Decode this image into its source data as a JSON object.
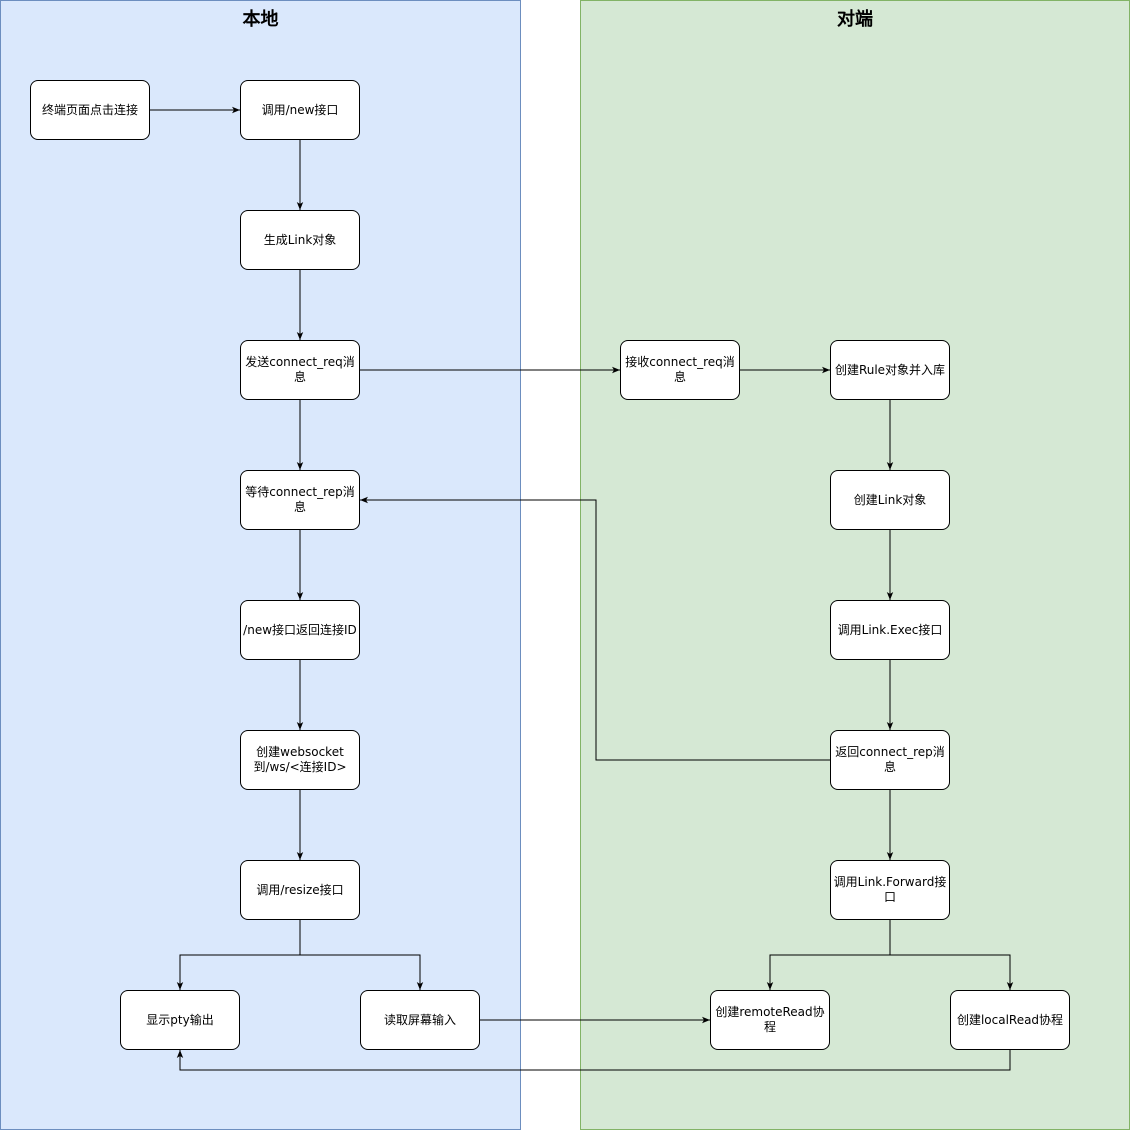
{
  "lanes": {
    "local": {
      "title": "本地",
      "fill": "#dae8fc",
      "stroke": "#6c8ebf"
    },
    "remote": {
      "title": "对端",
      "fill": "#d5e8d4",
      "stroke": "#82b366"
    }
  },
  "nodes": {
    "click_connect": "终端页面点击连接",
    "call_new": "调用/new接口",
    "gen_link": "生成Link对象",
    "send_req": "发送connect_req消息",
    "wait_rep": "等待connect_rep消息",
    "return_id": "/new接口返回连接ID",
    "create_ws": "创建websocket\n到/ws/<连接ID>",
    "call_resize": "调用/resize接口",
    "show_pty": "显示pty输出",
    "read_input": "读取屏幕输入",
    "recv_req": "接收connect_req消息",
    "create_rule": "创建Rule对象并入库",
    "create_link": "创建Link对象",
    "call_exec": "调用Link.Exec接口",
    "return_rep": "返回connect_rep消息",
    "call_forward": "调用Link.Forward接口",
    "remote_read": "创建remoteRead协程",
    "local_read": "创建localRead协程"
  }
}
